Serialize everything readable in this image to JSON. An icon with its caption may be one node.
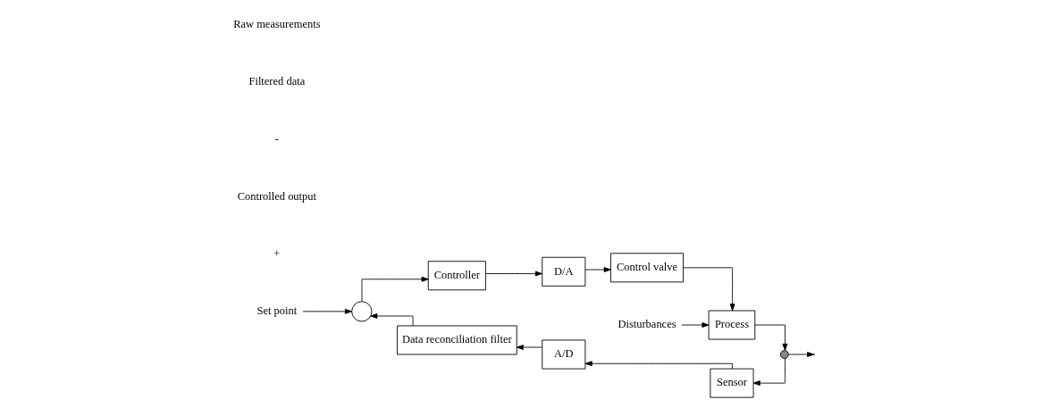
{
  "diagram": {
    "nodes": [
      {
        "text": [
          "Set point"
        ]
      },
      {
        "text": [],
        "shape": "circle"
      },
      {
        "text": [
          "Controller"
        ]
      },
      {
        "text": [
          "D/A"
        ]
      },
      {
        "text": [
          "Control valve"
        ]
      },
      {
        "text": [
          "Process"
        ]
      },
      {
        "text": [
          "Disturbances"
        ]
      },
      {
        "text": [],
        "shape": "circle"
      },
      {
        "text": [
          "Sensor"
        ]
      },
      {
        "text": [
          "A/D"
        ]
      },
      {
        "text": [
          "Data reconciliation filter"
        ]
      }
    ],
    "edges": [
      {
        "from": 0,
        "to": 1,
        "arrow": "to"
      },
      {
        "from": 1,
        "to": 2,
        "arrow": "to"
      },
      {
        "from": 2,
        "to": 3,
        "arrow": "to"
      },
      {
        "from": 3,
        "to": 4,
        "arrow": "to"
      },
      {
        "from": 4,
        "to": 5,
        "arrow": "to"
      },
      {
        "from": 6,
        "to": 5,
        "arrow": "to"
      },
      {
        "from": 5,
        "to": 7,
        "arrow": "to"
      },
      {
        "from": 7,
        "to": null,
        "arrow": "to"
      },
      {
        "from": 7,
        "to": 8,
        "arrow": "to"
      },
      {
        "from": 8,
        "to": 9,
        "arrow": "to"
      },
      {
        "from": 9,
        "to": 10,
        "arrow": "to"
      },
      {
        "from": 10,
        "to": 1,
        "arrow": "to"
      }
    ],
    "labels": [
      "+",
      "Controlled output",
      "-",
      "Filtered data",
      "Raw measurements"
    ]
  }
}
